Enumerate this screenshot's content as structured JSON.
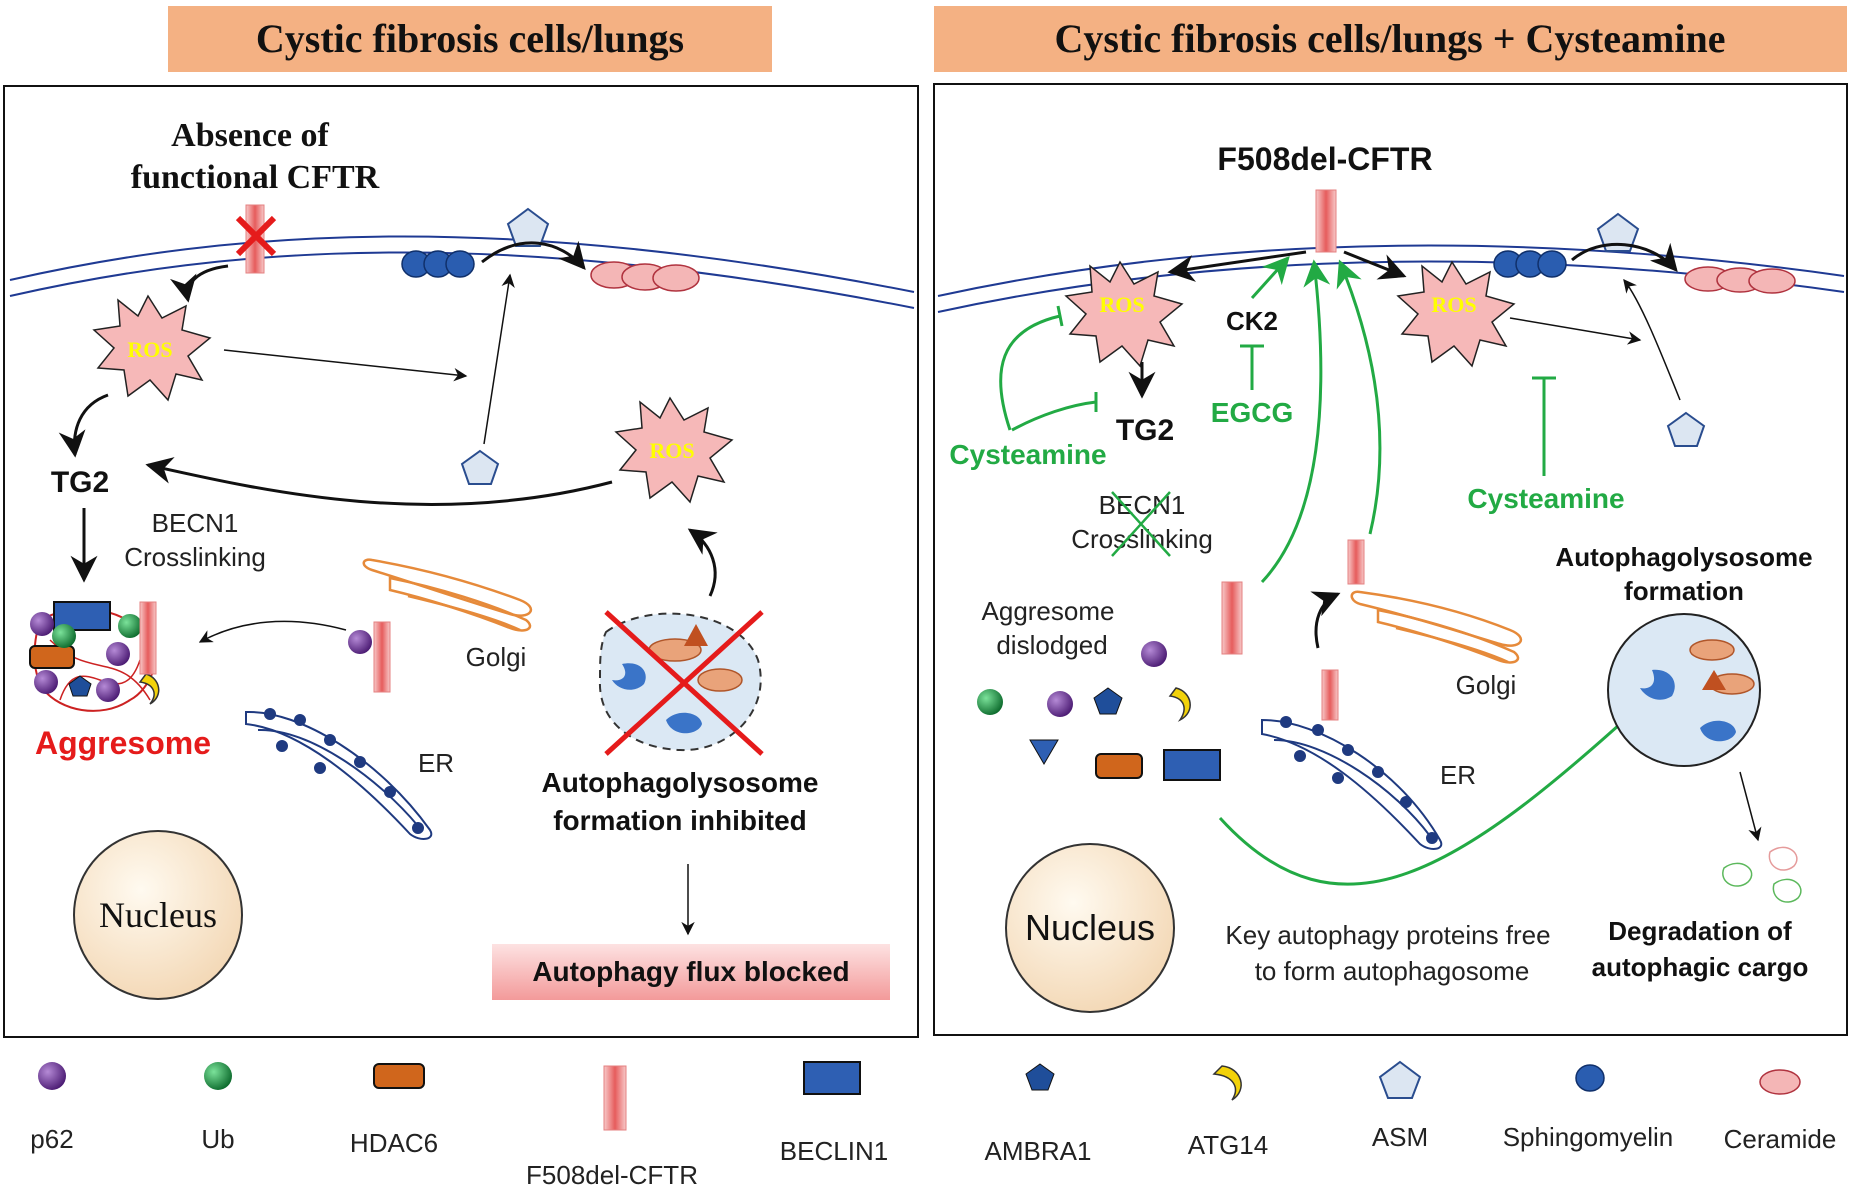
{
  "colors": {
    "ros_fill": "#f6b8b8",
    "ros_text": "#ffff00",
    "green": "#22aa44",
    "red": "#e51b1b",
    "membrane": "#1f3a93",
    "title_box": "#f4b183",
    "cftr": "#ef7b7b",
    "sphingomyelin": "#2a5db0",
    "ceramide": "#f4b6b6",
    "asm": "#dce6f2",
    "p62": "#6a2c91",
    "ub": "#1e9c4a",
    "hdac6": "#d0661c",
    "beclin1": "#2e5fb3",
    "ambra1": "#1f4e9a",
    "atg14": "#f2d20a",
    "golgi": "#e68a3a",
    "er": "#1f3a80"
  },
  "left_panel": {
    "title": "Cystic fibrosis cells/lungs",
    "absence_line1": "Absence of",
    "absence_line2": "functional CFTR",
    "ros": "ROS",
    "tg2": "TG2",
    "becn1_line1": "BECN1",
    "becn1_line2": "Crosslinking",
    "golgi": "Golgi",
    "er": "ER",
    "aggresome": "Aggresome",
    "nucleus": "Nucleus",
    "inhibited_line1": "Autophagolysosome",
    "inhibited_line2": "formation inhibited",
    "flux_blocked": "Autophagy flux blocked"
  },
  "right_panel": {
    "title": "Cystic fibrosis cells/lungs + Cysteamine",
    "cftr_label": "F508del-CFTR",
    "ros": "ROS",
    "ck2": "CK2",
    "egcg": "EGCG",
    "tg2": "TG2",
    "cysteamine": "Cysteamine",
    "becn1_line1": "BECN1",
    "becn1_line2": "Crosslinking",
    "dislodged_line1": "Aggresome",
    "dislodged_line2": "dislodged",
    "golgi": "Golgi",
    "er": "ER",
    "formation_line1": "Autophagolysosome",
    "formation_line2": "formation",
    "nucleus": "Nucleus",
    "key_line1": "Key autophagy proteins free",
    "key_line2": "to form autophagosome",
    "degradation_line1": "Degradation of",
    "degradation_line2": "autophagic cargo"
  },
  "legend": [
    {
      "label": "p62",
      "icon": "purple-sphere-icon"
    },
    {
      "label": "Ub",
      "icon": "green-sphere-icon"
    },
    {
      "label": "HDAC6",
      "icon": "orange-rounded-rect-icon"
    },
    {
      "label": "F508del-CFTR",
      "icon": "cftr-channel-icon"
    },
    {
      "label": "BECLIN1",
      "icon": "blue-rect-icon"
    },
    {
      "label": "AMBRA1",
      "icon": "blue-pentagon-icon"
    },
    {
      "label": "ATG14",
      "icon": "yellow-crescent-icon"
    },
    {
      "label": "ASM",
      "icon": "pale-pentagon-icon"
    },
    {
      "label": "Sphingomyelin",
      "icon": "blue-oval-icon"
    },
    {
      "label": "Ceramide",
      "icon": "pink-oval-icon"
    }
  ]
}
